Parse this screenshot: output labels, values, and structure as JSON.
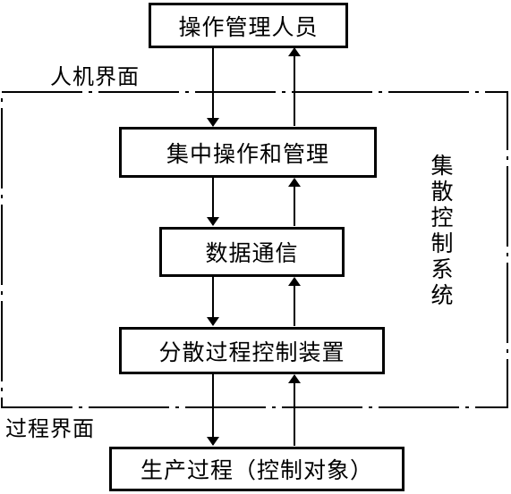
{
  "diagram": {
    "nodes": {
      "operators": "操作管理人员",
      "central_ops": "集中操作和管理",
      "data_comm": "数据通信",
      "distributed_ctrl": "分散过程控制装置",
      "production": "生产过程（控制对象）"
    },
    "interfaces": {
      "hmi": "人机界面",
      "process": "过程界面"
    },
    "system_label": "集散控制系统",
    "edges": [
      {
        "from": "operators",
        "to": "central_ops"
      },
      {
        "from": "central_ops",
        "to": "operators"
      },
      {
        "from": "central_ops",
        "to": "data_comm"
      },
      {
        "from": "data_comm",
        "to": "central_ops"
      },
      {
        "from": "data_comm",
        "to": "distributed_ctrl"
      },
      {
        "from": "distributed_ctrl",
        "to": "data_comm"
      },
      {
        "from": "distributed_ctrl",
        "to": "production"
      },
      {
        "from": "production",
        "to": "distributed_ctrl"
      }
    ]
  }
}
